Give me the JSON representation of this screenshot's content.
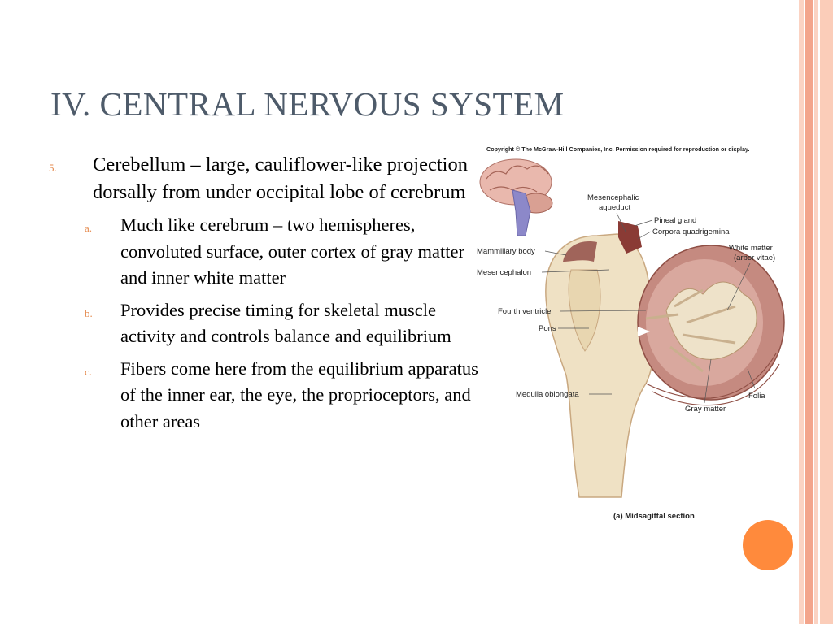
{
  "slide": {
    "title": "IV. CENTRAL NERVOUS SYSTEM",
    "colors": {
      "accent": "#ff8a3c",
      "title": "#4e5b6a",
      "stripe_light": "#fbd3c3",
      "stripe_dark": "#f3a58c"
    },
    "main_point": {
      "number": "5.",
      "text": "Cerebellum – large, cauliflower-like projection dorsally from under occipital lobe of cerebrum"
    },
    "sub_points": [
      {
        "marker": "a.",
        "text": "Much like cerebrum – two hemispheres, convoluted surface, outer cortex of gray matter and inner white matter"
      },
      {
        "marker": "b.",
        "text": "Provides precise timing for skeletal muscle activity and controls balance and equilibrium"
      },
      {
        "marker": "c.",
        "text": "Fibers come here from the equilibrium apparatus of the inner ear, the eye, the proprioceptors, and other areas"
      }
    ]
  },
  "figure": {
    "copyright": "Copyright © The McGraw-Hill Companies, Inc. Permission required for reproduction or display.",
    "labels": {
      "mesencephalic_aqueduct_1": "Mesencephalic",
      "mesencephalic_aqueduct_2": "aqueduct",
      "pineal_gland": "Pineal gland",
      "corpora_quadrigemina": "Corpora quadrigemina",
      "white_matter_1": "White matter",
      "white_matter_2": "(arbor vitae)",
      "mammillary_body": "Mammillary body",
      "mesencephalon": "Mesencephalon",
      "fourth_ventricle": "Fourth ventricle",
      "pons": "Pons",
      "medulla_oblongata": "Medulla oblongata",
      "gray_matter": "Gray matter",
      "folia": "Folia"
    },
    "caption": "(a) Midsagittal section"
  }
}
